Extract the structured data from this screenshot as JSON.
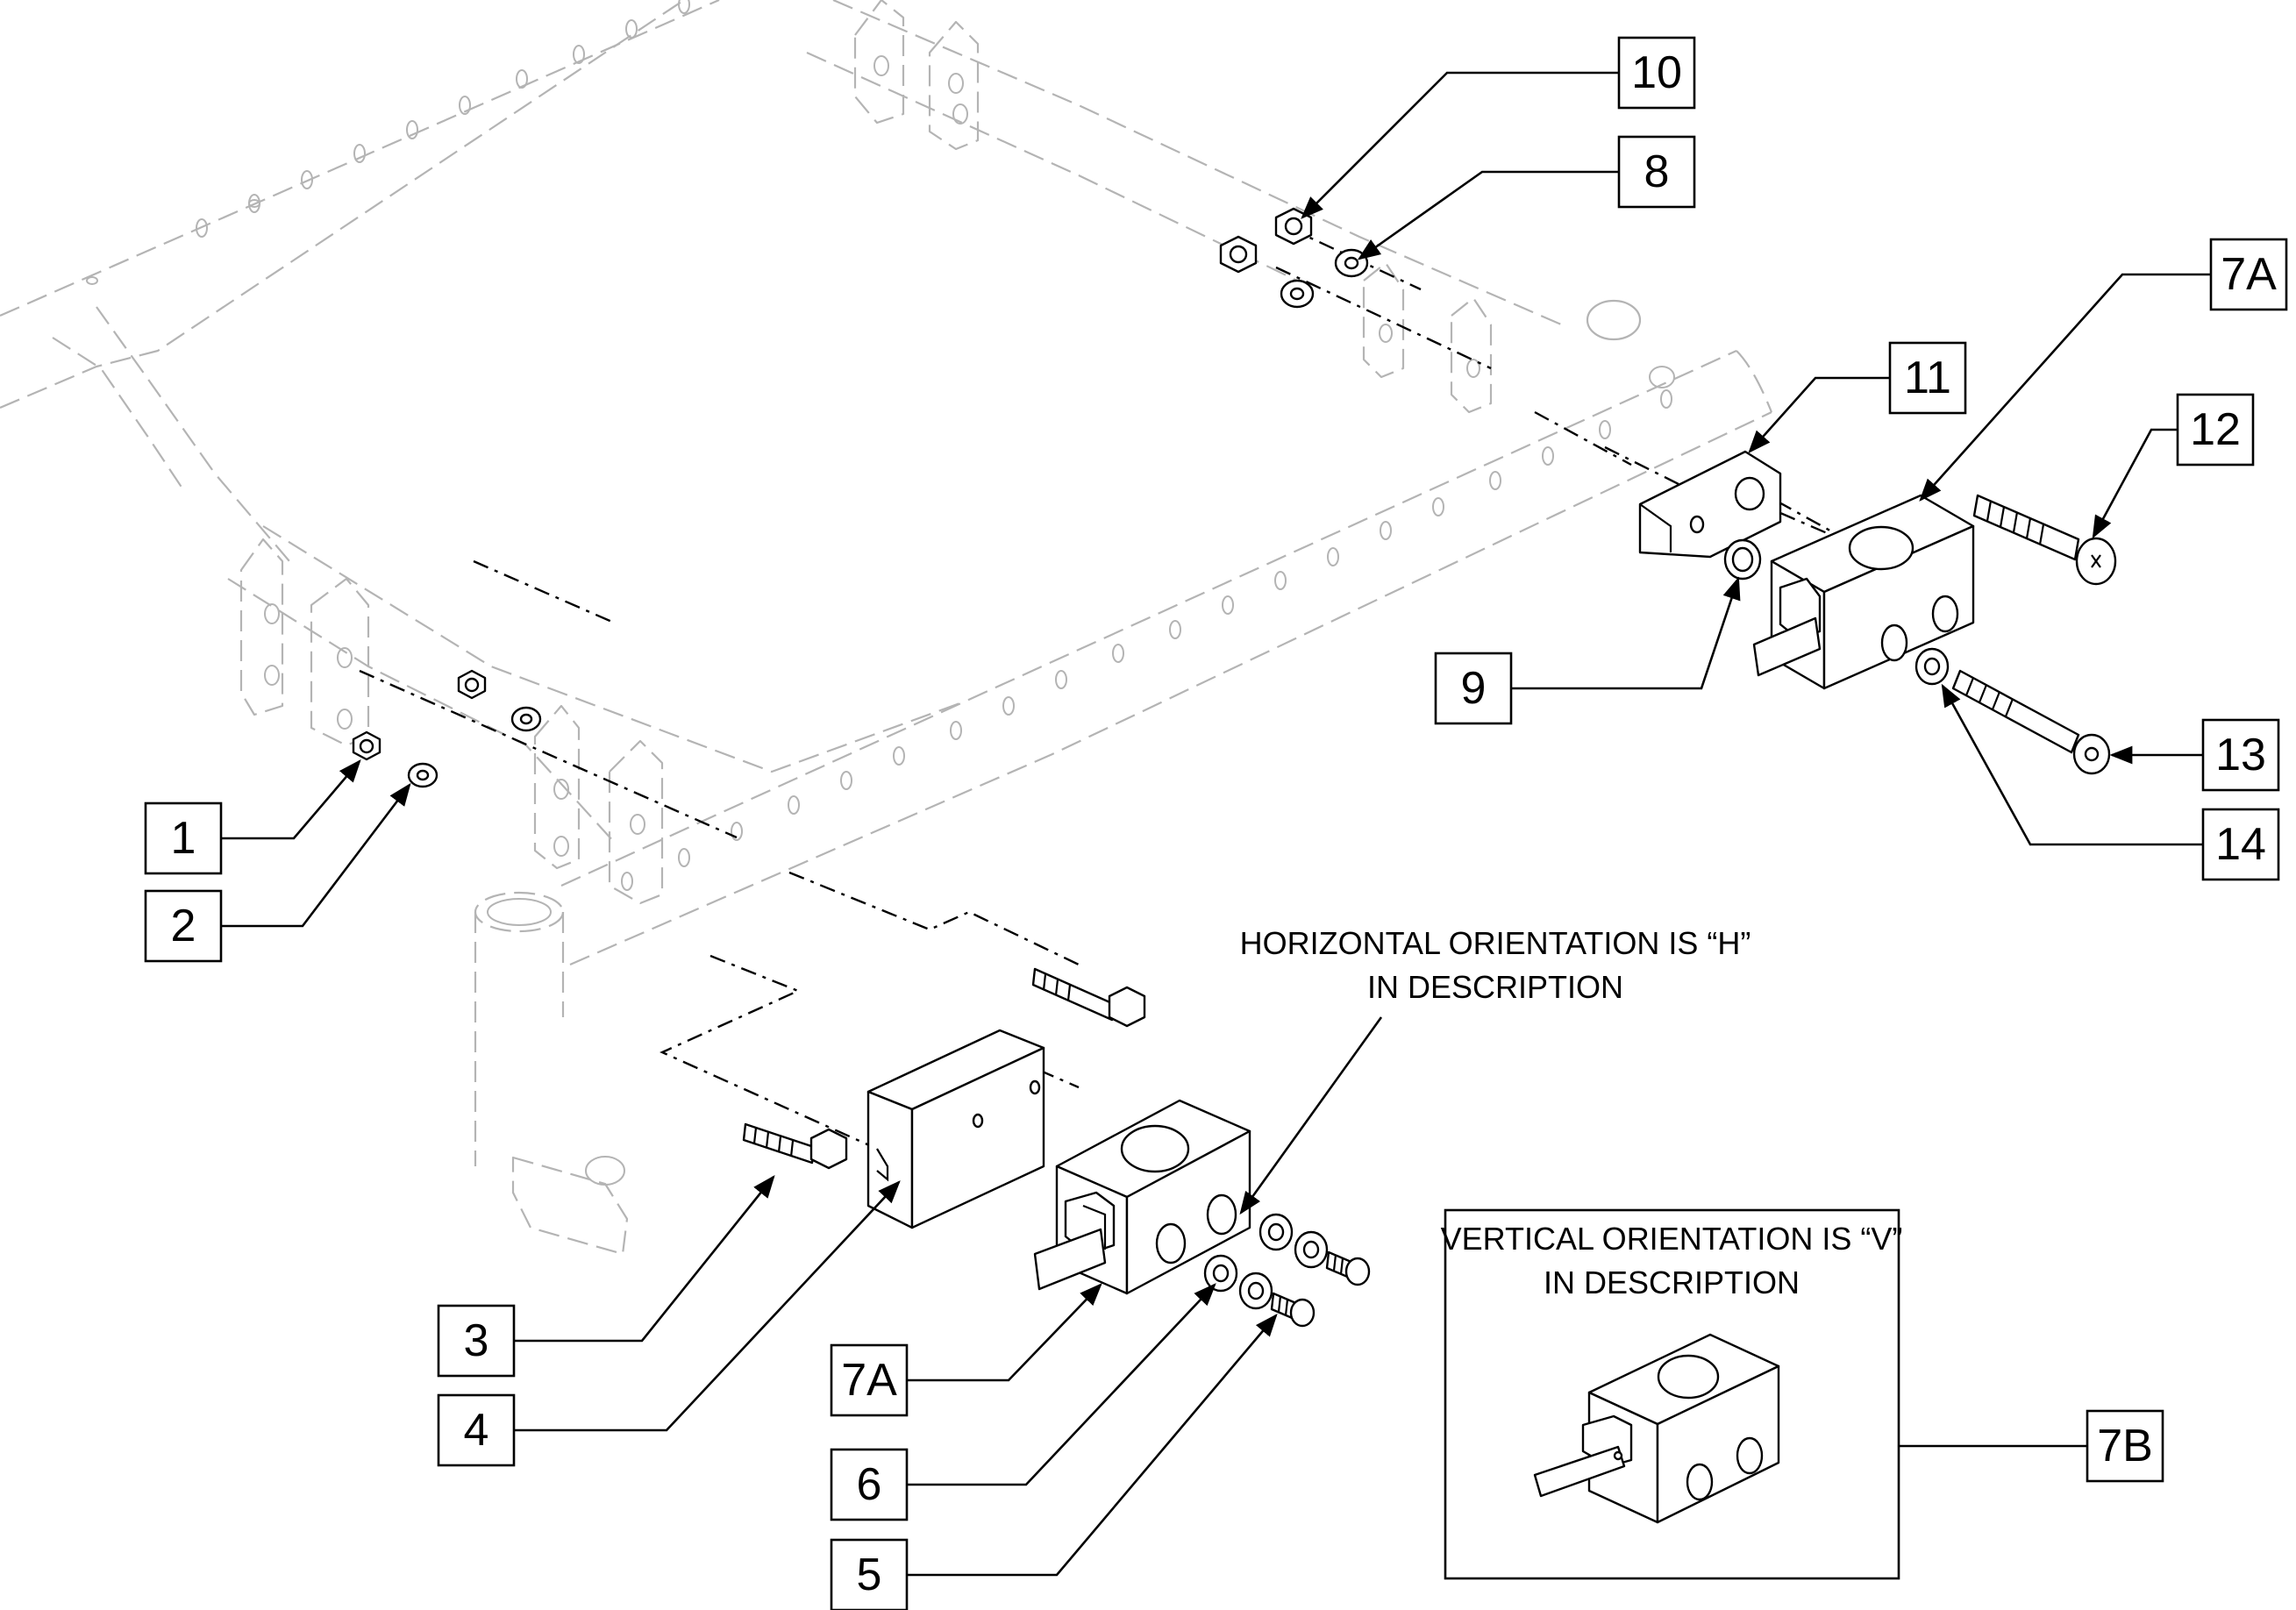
{
  "callouts": {
    "c1": "1",
    "c2": "2",
    "c3": "3",
    "c4": "4",
    "c5": "5",
    "c6": "6",
    "c7a_lower": "7A",
    "c7a_upper": "7A",
    "c7b": "7B",
    "c8": "8",
    "c9": "9",
    "c10": "10",
    "c11": "11",
    "c12": "12",
    "c13": "13",
    "c14": "14"
  },
  "notes": {
    "horizontal_line1": "HORIZONTAL ORIENTATION  IS “H”",
    "horizontal_line2": "IN DESCRIPTION",
    "vertical_line1": "VERTICAL ORIENTATION  IS “V”",
    "vertical_line2": "IN DESCRIPTION"
  },
  "colors": {
    "frame_phantom": "#b4b4b4",
    "parts": "#000000",
    "background": "#ffffff"
  }
}
